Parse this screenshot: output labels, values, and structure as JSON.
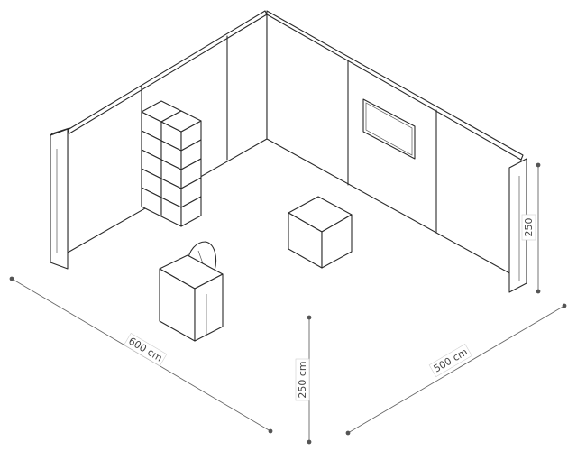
{
  "dimensions": {
    "width_label": "600 cm",
    "depth_label": "500 cm",
    "height_label": "250 cm",
    "wall_height_label": "250"
  },
  "colors": {
    "line": "#2a2a2a",
    "dimension": "#666666",
    "background": "#ffffff"
  }
}
